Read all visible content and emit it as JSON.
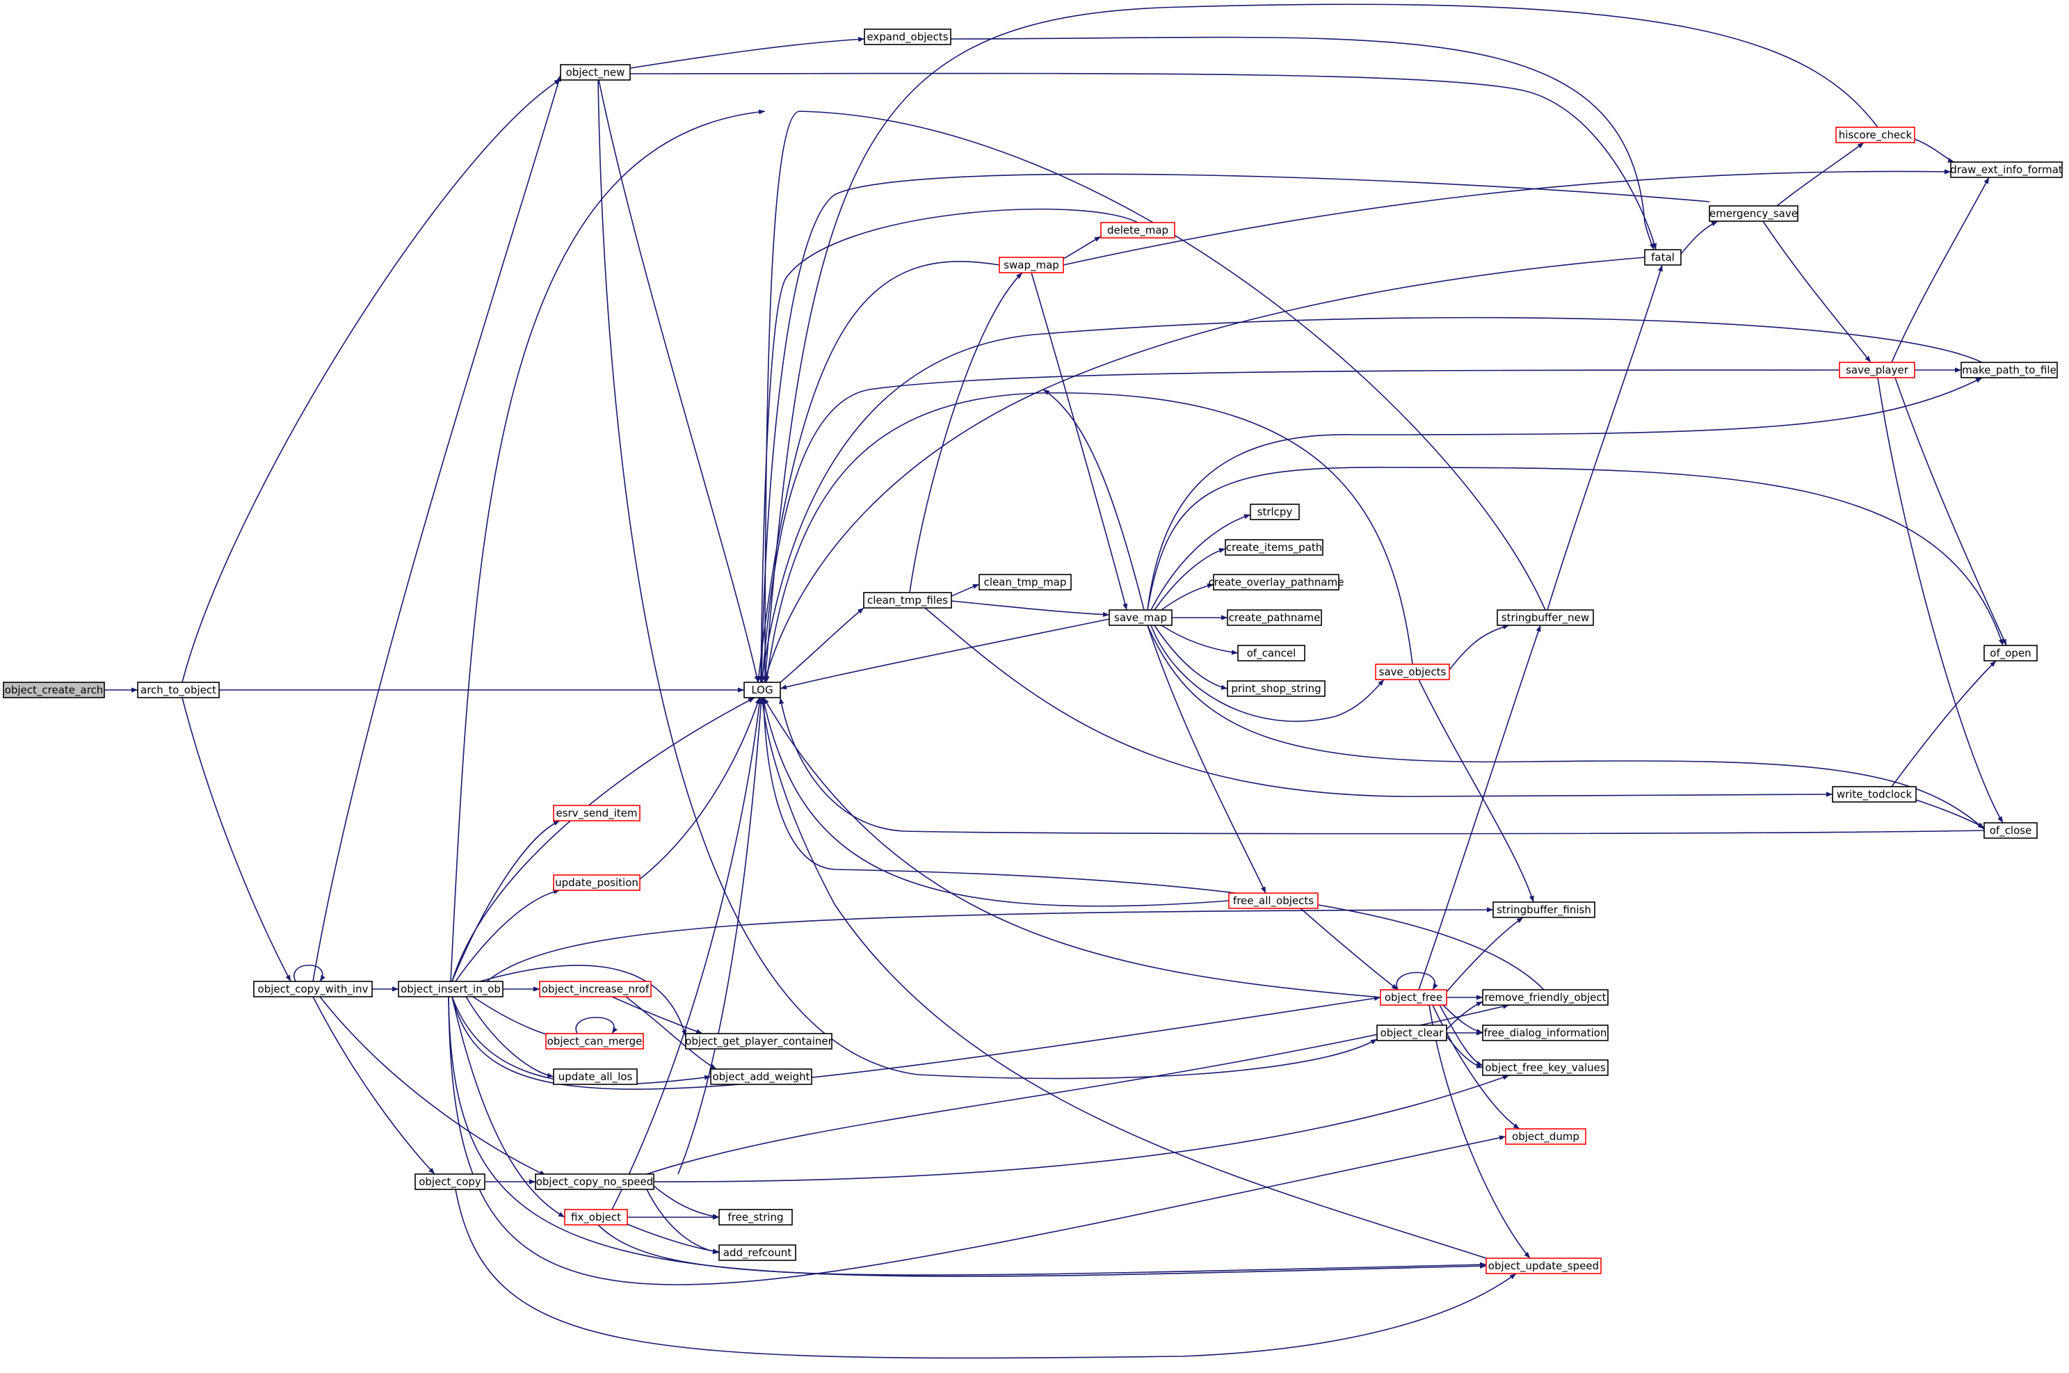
{
  "colors": {
    "edge": "#191970",
    "node_border": "#000000",
    "linked_node_border": "#ff0000",
    "root_fill": "#bfbfbf",
    "node_fill": "#ffffff"
  },
  "graph": {
    "root": "object_create_arch",
    "nodes": [
      {
        "id": "object_create_arch",
        "label": "object_create_arch",
        "style": "root"
      },
      {
        "id": "arch_to_object",
        "label": "arch_to_object",
        "style": "normal"
      },
      {
        "id": "object_new",
        "label": "object_new",
        "style": "normal"
      },
      {
        "id": "expand_objects",
        "label": "expand_objects",
        "style": "normal"
      },
      {
        "id": "LOG",
        "label": "LOG",
        "style": "normal"
      },
      {
        "id": "hiscore_check",
        "label": "hiscore_check",
        "style": "red"
      },
      {
        "id": "draw_ext_info_format",
        "label": "draw_ext_info_format",
        "style": "normal"
      },
      {
        "id": "emergency_save",
        "label": "emergency_save",
        "style": "normal"
      },
      {
        "id": "delete_map",
        "label": "delete_map",
        "style": "red"
      },
      {
        "id": "swap_map",
        "label": "swap_map",
        "style": "red"
      },
      {
        "id": "fatal",
        "label": "fatal",
        "style": "normal"
      },
      {
        "id": "save_player",
        "label": "save_player",
        "style": "red"
      },
      {
        "id": "make_path_to_file",
        "label": "make_path_to_file",
        "style": "normal"
      },
      {
        "id": "strlcpy",
        "label": "strlcpy",
        "style": "normal"
      },
      {
        "id": "create_items_path",
        "label": "create_items_path",
        "style": "normal"
      },
      {
        "id": "clean_tmp_map",
        "label": "clean_tmp_map",
        "style": "normal"
      },
      {
        "id": "create_overlay_pathname",
        "label": "create_overlay_pathname",
        "style": "normal"
      },
      {
        "id": "clean_tmp_files",
        "label": "clean_tmp_files",
        "style": "normal"
      },
      {
        "id": "save_map",
        "label": "save_map",
        "style": "normal"
      },
      {
        "id": "create_pathname",
        "label": "create_pathname",
        "style": "normal"
      },
      {
        "id": "stringbuffer_new",
        "label": "stringbuffer_new",
        "style": "normal"
      },
      {
        "id": "of_cancel",
        "label": "of_cancel",
        "style": "normal"
      },
      {
        "id": "of_open",
        "label": "of_open",
        "style": "normal"
      },
      {
        "id": "save_objects",
        "label": "save_objects",
        "style": "red"
      },
      {
        "id": "print_shop_string",
        "label": "print_shop_string",
        "style": "normal"
      },
      {
        "id": "write_todclock",
        "label": "write_todclock",
        "style": "normal"
      },
      {
        "id": "of_close",
        "label": "of_close",
        "style": "normal"
      },
      {
        "id": "esrv_send_item",
        "label": "esrv_send_item",
        "style": "red"
      },
      {
        "id": "update_position",
        "label": "update_position",
        "style": "red"
      },
      {
        "id": "free_all_objects",
        "label": "free_all_objects",
        "style": "red"
      },
      {
        "id": "stringbuffer_finish",
        "label": "stringbuffer_finish",
        "style": "normal"
      },
      {
        "id": "object_copy_with_inv",
        "label": "object_copy_with_inv",
        "style": "normal"
      },
      {
        "id": "object_insert_in_ob",
        "label": "object_insert_in_ob",
        "style": "normal"
      },
      {
        "id": "object_increase_nrof",
        "label": "object_increase_nrof",
        "style": "red"
      },
      {
        "id": "object_free",
        "label": "object_free",
        "style": "red"
      },
      {
        "id": "remove_friendly_object",
        "label": "remove_friendly_object",
        "style": "normal"
      },
      {
        "id": "object_clear",
        "label": "object_clear",
        "style": "normal"
      },
      {
        "id": "free_dialog_information",
        "label": "free_dialog_information",
        "style": "normal"
      },
      {
        "id": "object_can_merge",
        "label": "object_can_merge",
        "style": "red"
      },
      {
        "id": "object_get_player_container",
        "label": "object_get_player_container",
        "style": "normal"
      },
      {
        "id": "object_free_key_values",
        "label": "object_free_key_values",
        "style": "normal"
      },
      {
        "id": "update_all_los",
        "label": "update_all_los",
        "style": "normal"
      },
      {
        "id": "object_add_weight",
        "label": "object_add_weight",
        "style": "normal"
      },
      {
        "id": "object_dump",
        "label": "object_dump",
        "style": "red"
      },
      {
        "id": "object_copy",
        "label": "object_copy",
        "style": "normal"
      },
      {
        "id": "object_copy_no_speed",
        "label": "object_copy_no_speed",
        "style": "normal"
      },
      {
        "id": "fix_object",
        "label": "fix_object",
        "style": "red"
      },
      {
        "id": "free_string",
        "label": "free_string",
        "style": "normal"
      },
      {
        "id": "add_refcount",
        "label": "add_refcount",
        "style": "normal"
      },
      {
        "id": "object_update_speed",
        "label": "object_update_speed",
        "style": "red"
      }
    ]
  }
}
